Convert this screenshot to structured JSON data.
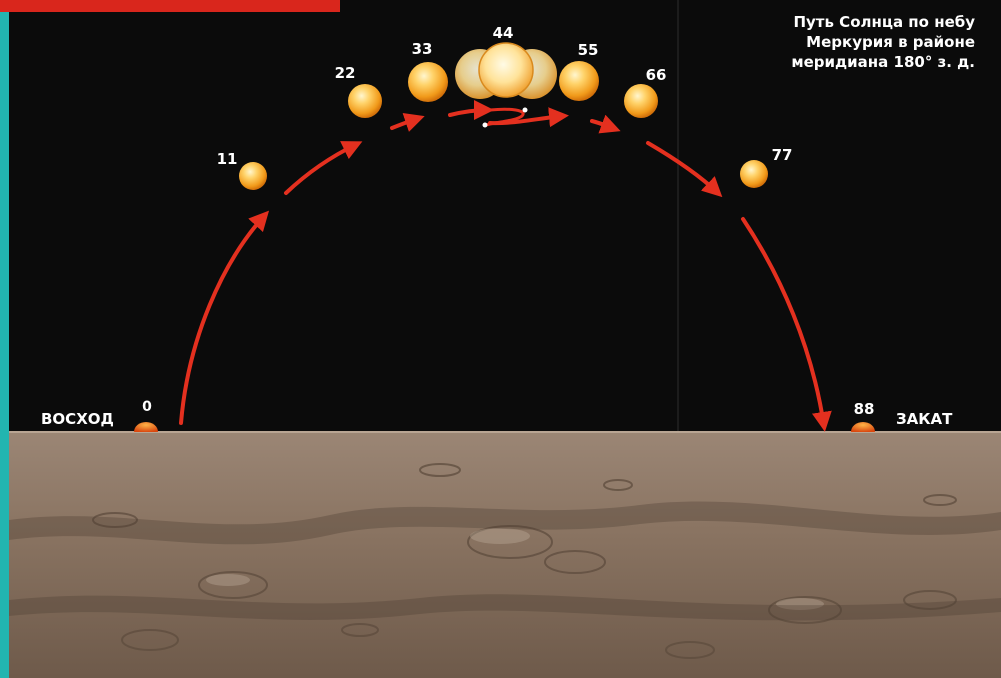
{
  "caption": {
    "line1": "Путь Солнца по небу",
    "line2": "Меркурия в районе",
    "line3": "меридиана 180° з. д."
  },
  "labels": {
    "sunrise": "ВОСХОД",
    "sunset": "ЗАКАТ"
  },
  "sun_positions": [
    "0",
    "11",
    "22",
    "33",
    "44",
    "55",
    "66",
    "77",
    "88"
  ],
  "colors": {
    "sky": "#0b0b0b",
    "ground": "#8a7462",
    "arrow": "#e4301f",
    "sun_core": "#ffe9a6",
    "sun_edge": "#e8860e",
    "left_accent_bar": "#22b5b0",
    "top_banner": "#d9261c"
  }
}
